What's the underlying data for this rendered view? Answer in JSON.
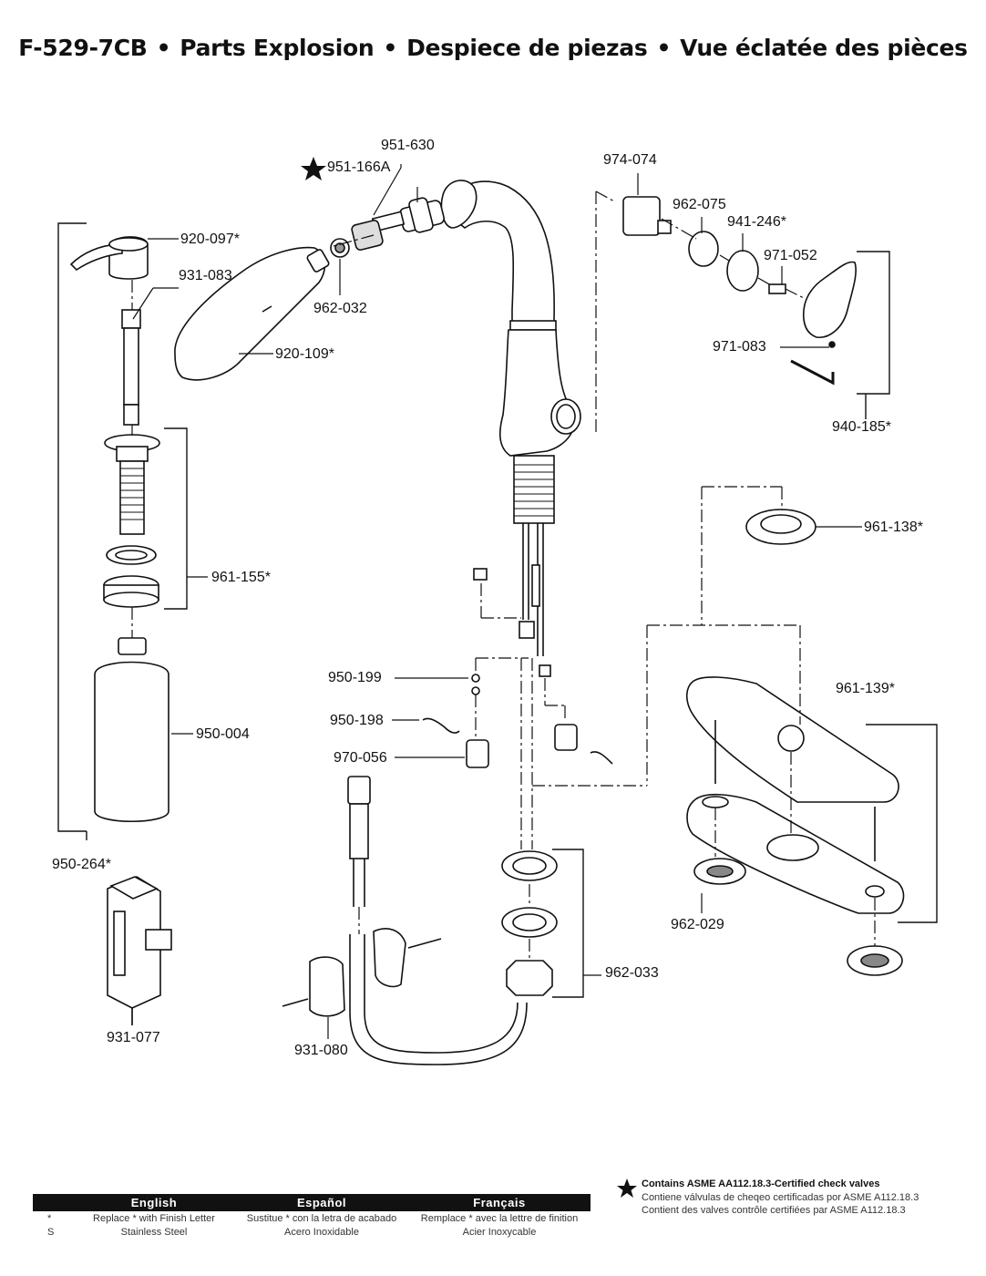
{
  "title": {
    "model": "F-529-7CB",
    "sep": "•",
    "en": "Parts Explosion",
    "es": "Despiece de piezas",
    "fr": "Vue éclatée des pièces"
  },
  "parts": {
    "p951_630": "951-630",
    "p951_166A": "951-166A",
    "p974_074": "974-074",
    "p962_075": "962-075",
    "p941_246": "941-246*",
    "p971_052": "971-052",
    "p920_097": "920-097*",
    "p931_083": "931-083",
    "p962_032": "962-032",
    "p920_109": "920-109*",
    "p971_083": "971-083",
    "p940_185": "940-185*",
    "p961_155": "961-155*",
    "p961_138": "961-138*",
    "p950_199": "950-199",
    "p950_198": "950-198",
    "p970_056": "970-056",
    "p950_004": "950-004",
    "p961_139": "961-139*",
    "p950_264": "950-264*",
    "p962_029": "962-029",
    "p962_033": "962-033",
    "p931_077": "931-077",
    "p931_080": "931-080"
  },
  "table": {
    "headers": [
      "English",
      "Español",
      "Français"
    ],
    "rows": [
      {
        "key": "*",
        "en": "Replace * with Finish Letter",
        "es": "Sustitue * con la letra de acabado",
        "fr": "Remplace * avec la lettre de finition"
      },
      {
        "key": "S",
        "en": "Stainless Steel",
        "es": "Acero Inoxidable",
        "fr": "Acier Inoxycable"
      }
    ]
  },
  "note": {
    "line1": "Contains ASME AA112.18.3-Certified check valves",
    "line2": "Contiene válvulas de cheqeo certificadas por ASME A112.18.3",
    "line3": "Contient des valves contrôle certifiées par ASME A112.18.3"
  }
}
